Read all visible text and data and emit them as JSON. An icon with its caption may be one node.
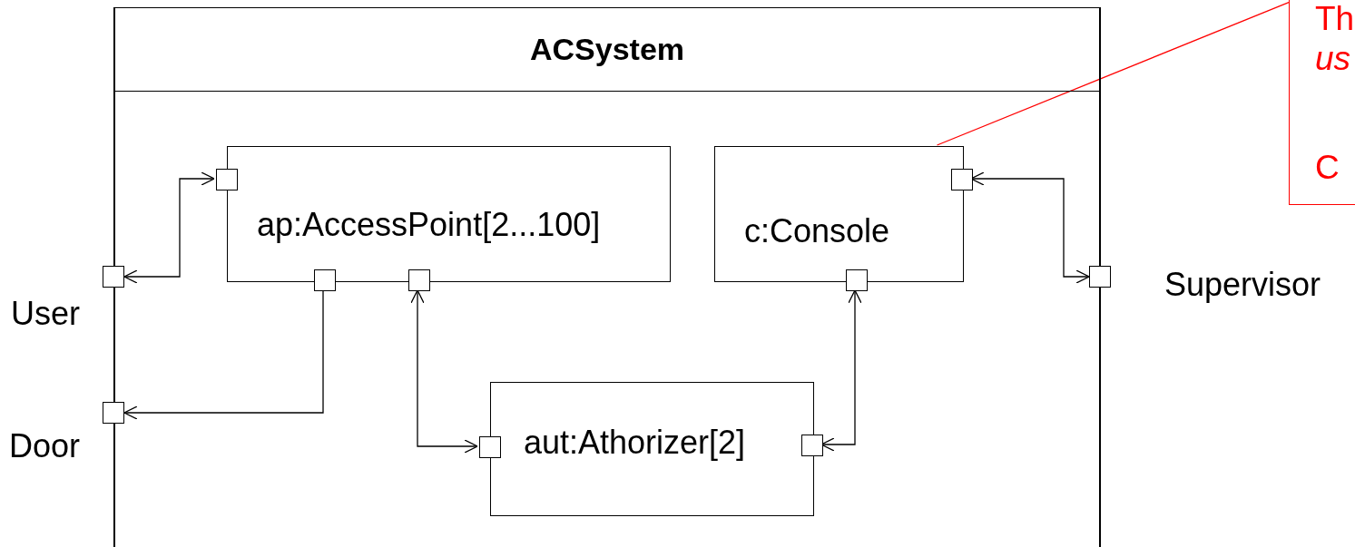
{
  "diagram": {
    "nodes": [
      {
        "text": [
          "ACSystem"
        ]
      },
      {
        "text": [
          "ap:AccessPoint[2...100]"
        ],
        "in": 0
      },
      {
        "text": [
          "c:Console"
        ],
        "in": 0
      },
      {
        "text": [
          "aut:Athorizer[2]"
        ],
        "in": 0
      },
      {
        "text": [],
        "shape": "box",
        "beside": [
          "User"
        ]
      },
      {
        "text": [],
        "shape": "box",
        "beside": [
          "Door"
        ]
      },
      {
        "text": [],
        "shape": "box",
        "beside": [
          "Supervisor"
        ]
      },
      {
        "text": [],
        "shape": "box",
        "in": 0
      },
      {
        "text": [],
        "shape": "box",
        "in": 0
      },
      {
        "text": [],
        "shape": "box",
        "in": 0
      },
      {
        "text": [],
        "shape": "box",
        "in": 0
      },
      {
        "text": [],
        "shape": "box",
        "in": 0
      },
      {
        "text": [],
        "shape": "box",
        "in": 0
      },
      {
        "text": [],
        "shape": "box",
        "in": 0
      },
      {
        "text": [
          "Th",
          "us",
          "C"
        ]
      }
    ],
    "edges": [
      {
        "from": 4,
        "to": 7,
        "arrow": "both"
      },
      {
        "from": 8,
        "to": 5,
        "arrow": "to"
      },
      {
        "from": 9,
        "to": 12,
        "arrow": "both"
      },
      {
        "from": 11,
        "to": 13,
        "arrow": "both"
      },
      {
        "from": 10,
        "to": 6,
        "arrow": "both"
      },
      {
        "from": 14,
        "to": 2,
        "arrow": "none",
        "color": "#ff0000"
      }
    ]
  }
}
